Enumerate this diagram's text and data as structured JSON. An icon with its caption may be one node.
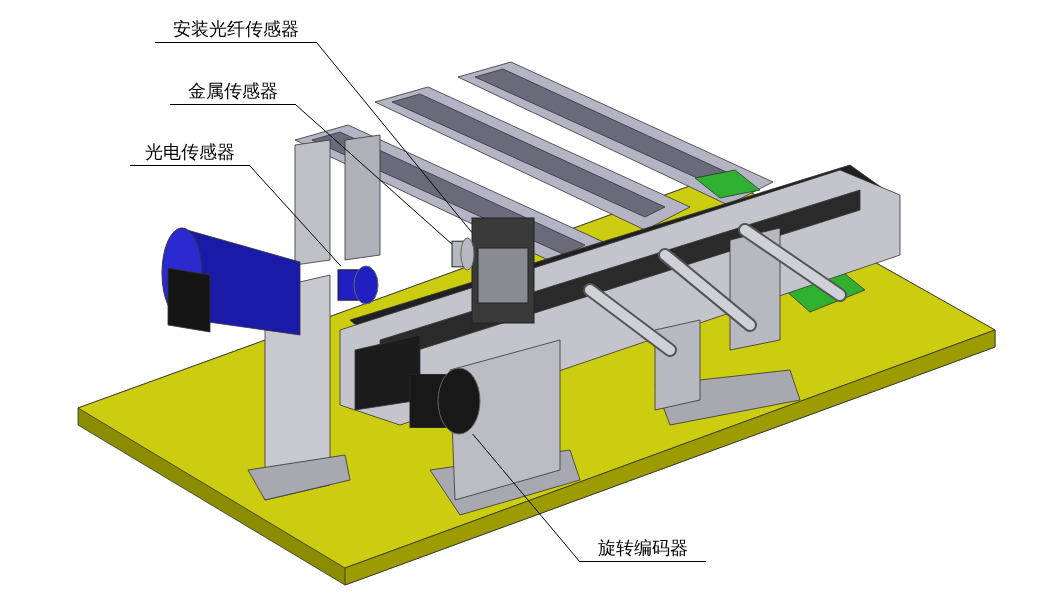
{
  "diagram": {
    "nodes": [
      {
        "text": [
          "安装光纤传感器"
        ]
      },
      {
        "text": [
          "金属传感器"
        ]
      },
      {
        "text": [
          "光电传感器"
        ]
      },
      {
        "text": [
          "旋转编码器"
        ]
      },
      {
        "text": [],
        "shape": "box"
      },
      {
        "text": [],
        "shape": "cylinder"
      },
      {
        "text": [],
        "shape": "cylinder"
      },
      {
        "text": [],
        "shape": "cylinder"
      }
    ],
    "edges": [
      {
        "from": 0,
        "to": 4,
        "arrow": "none"
      },
      {
        "from": 1,
        "to": 5,
        "arrow": "none"
      },
      {
        "from": 2,
        "to": 6,
        "arrow": "none"
      },
      {
        "from": 3,
        "to": 7,
        "arrow": "none"
      }
    ]
  }
}
